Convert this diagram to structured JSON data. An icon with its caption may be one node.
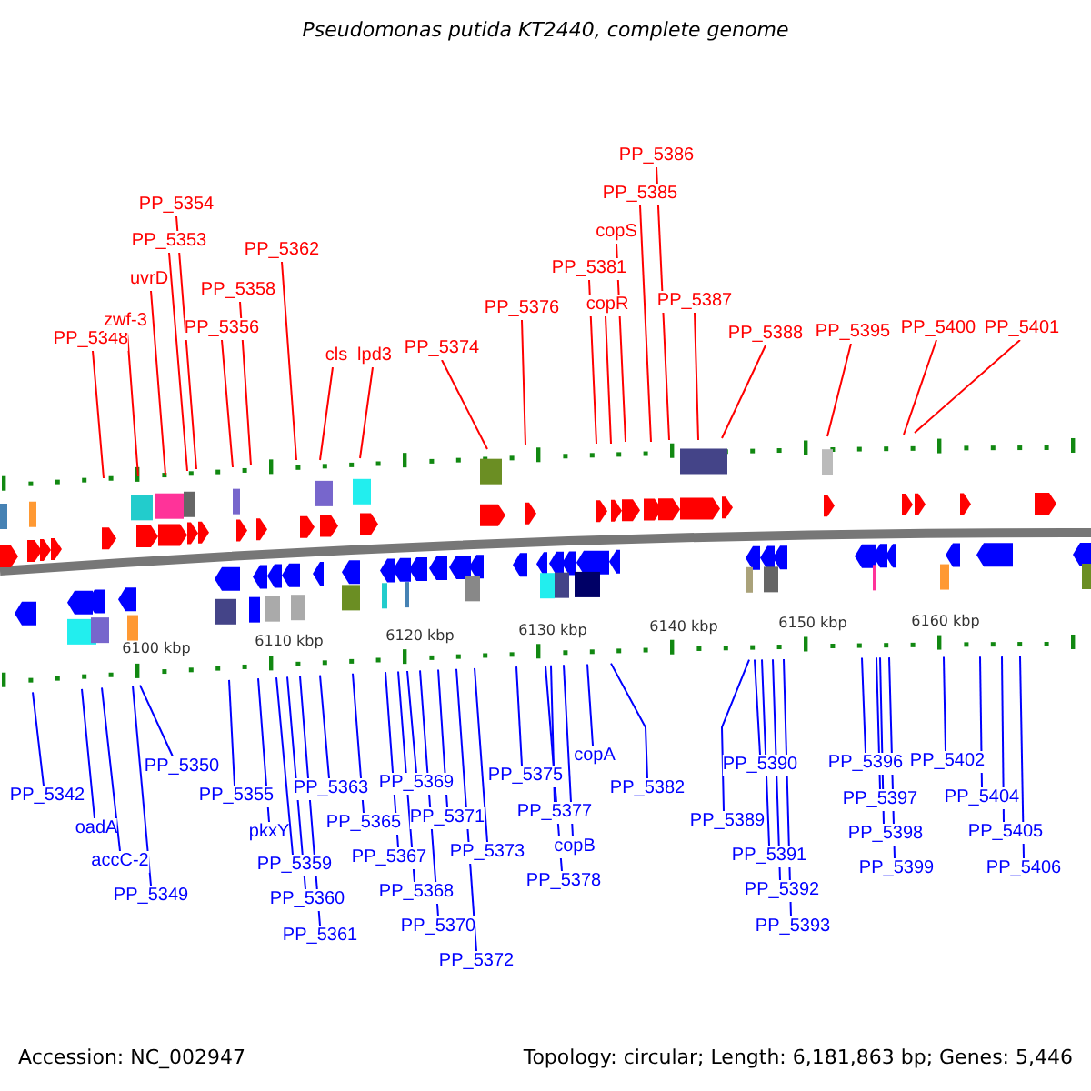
{
  "diagram": {
    "title": "Pseudomonas putida KT2440, complete genome",
    "nodes": [
      {
        "text": [
          "PP_5348"
        ]
      },
      {
        "text": [
          "zwf-3"
        ]
      },
      {
        "text": [
          "uvrD"
        ]
      },
      {
        "text": [
          "PP_5353"
        ]
      },
      {
        "text": [
          "PP_5354"
        ]
      },
      {
        "text": [
          "PP_5356"
        ]
      },
      {
        "text": [
          "PP_5358"
        ]
      },
      {
        "text": [
          "PP_5362"
        ]
      },
      {
        "text": [
          "cls"
        ]
      },
      {
        "text": [
          "lpd3"
        ]
      },
      {
        "text": [
          "PP_5374"
        ]
      },
      {
        "text": [
          "PP_5376"
        ]
      },
      {
        "text": [
          "PP_5381"
        ]
      },
      {
        "text": [
          "copR"
        ]
      },
      {
        "text": [
          "copS"
        ]
      },
      {
        "text": [
          "PP_5385"
        ]
      },
      {
        "text": [
          "PP_5386"
        ]
      },
      {
        "text": [
          "PP_5387"
        ]
      },
      {
        "text": [
          "PP_5388"
        ]
      },
      {
        "text": [
          "PP_5395"
        ]
      },
      {
        "text": [
          "PP_5400"
        ]
      },
      {
        "text": [
          "PP_5401"
        ]
      },
      {
        "text": [
          "PP_5342"
        ]
      },
      {
        "text": [
          "oadA"
        ]
      },
      {
        "text": [
          "accC-2"
        ]
      },
      {
        "text": [
          "PP_5349"
        ]
      },
      {
        "text": [
          "PP_5350"
        ]
      },
      {
        "text": [
          "PP_5355"
        ]
      },
      {
        "text": [
          "pkxY"
        ]
      },
      {
        "text": [
          "PP_5359"
        ]
      },
      {
        "text": [
          "PP_5360"
        ]
      },
      {
        "text": [
          "PP_5361"
        ]
      },
      {
        "text": [
          "PP_5363"
        ]
      },
      {
        "text": [
          "PP_5365"
        ]
      },
      {
        "text": [
          "PP_5367"
        ]
      },
      {
        "text": [
          "PP_5368"
        ]
      },
      {
        "text": [
          "PP_5369"
        ]
      },
      {
        "text": [
          "PP_5370"
        ]
      },
      {
        "text": [
          "PP_5371"
        ]
      },
      {
        "text": [
          "PP_5372"
        ]
      },
      {
        "text": [
          "PP_5373"
        ]
      },
      {
        "text": [
          "PP_5375"
        ]
      },
      {
        "text": [
          "PP_5377"
        ]
      },
      {
        "text": [
          "copB"
        ]
      },
      {
        "text": [
          "PP_5378"
        ]
      },
      {
        "text": [
          "copA"
        ]
      },
      {
        "text": [
          "PP_5382"
        ]
      },
      {
        "text": [
          "PP_5389"
        ]
      },
      {
        "text": [
          "PP_5390"
        ]
      },
      {
        "text": [
          "PP_5391"
        ]
      },
      {
        "text": [
          "PP_5392"
        ]
      },
      {
        "text": [
          "PP_5393"
        ]
      },
      {
        "text": [
          "PP_5396"
        ]
      },
      {
        "text": [
          "PP_5397"
        ]
      },
      {
        "text": [
          "PP_5398"
        ]
      },
      {
        "text": [
          "PP_5399"
        ]
      },
      {
        "text": [
          "PP_5402"
        ]
      },
      {
        "text": [
          "PP_5404"
        ]
      },
      {
        "text": [
          "PP_5405"
        ]
      },
      {
        "text": [
          "PP_5406"
        ]
      }
    ],
    "edges": [
      {
        "from": 0,
        "to": null,
        "arrow": "none",
        "color": "#ff0000"
      },
      {
        "from": 1,
        "to": null,
        "arrow": "none",
        "color": "#ff0000"
      },
      {
        "from": 2,
        "to": null,
        "arrow": "none",
        "color": "#ff0000"
      },
      {
        "from": 3,
        "to": null,
        "arrow": "none",
        "color": "#ff0000"
      },
      {
        "from": 4,
        "to": null,
        "arrow": "none",
        "color": "#ff0000"
      },
      {
        "from": 5,
        "to": null,
        "arrow": "none",
        "color": "#ff0000"
      },
      {
        "from": 6,
        "to": null,
        "arrow": "none",
        "color": "#ff0000"
      },
      {
        "from": 7,
        "to": null,
        "arrow": "none",
        "color": "#ff0000"
      },
      {
        "from": 8,
        "to": null,
        "arrow": "none",
        "color": "#ff0000"
      },
      {
        "from": 9,
        "to": null,
        "arrow": "none",
        "color": "#ff0000"
      },
      {
        "from": 10,
        "to": null,
        "arrow": "none",
        "color": "#ff0000"
      },
      {
        "from": 11,
        "to": null,
        "arrow": "none",
        "color": "#ff0000"
      },
      {
        "from": 12,
        "to": null,
        "arrow": "none",
        "color": "#ff0000"
      },
      {
        "from": 13,
        "to": null,
        "arrow": "none",
        "color": "#ff0000"
      },
      {
        "from": 14,
        "to": null,
        "arrow": "none",
        "color": "#ff0000"
      },
      {
        "from": 15,
        "to": null,
        "arrow": "none",
        "color": "#ff0000"
      },
      {
        "from": 16,
        "to": null,
        "arrow": "none",
        "color": "#ff0000"
      },
      {
        "from": 17,
        "to": null,
        "arrow": "none",
        "color": "#ff0000"
      },
      {
        "from": 18,
        "to": null,
        "arrow": "none",
        "color": "#ff0000"
      },
      {
        "from": 19,
        "to": null,
        "arrow": "none",
        "color": "#ff0000"
      },
      {
        "from": 20,
        "to": null,
        "arrow": "none",
        "color": "#ff0000"
      },
      {
        "from": 21,
        "to": null,
        "arrow": "none",
        "color": "#ff0000"
      },
      {
        "from": 22,
        "to": null,
        "arrow": "none"
      },
      {
        "from": 23,
        "to": null,
        "arrow": "none"
      },
      {
        "from": 24,
        "to": null,
        "arrow": "none"
      },
      {
        "from": 25,
        "to": null,
        "arrow": "none"
      },
      {
        "from": 26,
        "to": null,
        "arrow": "none"
      },
      {
        "from": 27,
        "to": null,
        "arrow": "none"
      },
      {
        "from": 28,
        "to": null,
        "arrow": "none"
      },
      {
        "from": 29,
        "to": null,
        "arrow": "none"
      },
      {
        "from": 30,
        "to": null,
        "arrow": "none"
      },
      {
        "from": 31,
        "to": null,
        "arrow": "none"
      },
      {
        "from": 32,
        "to": null,
        "arrow": "none"
      },
      {
        "from": 33,
        "to": null,
        "arrow": "none"
      },
      {
        "from": 34,
        "to": null,
        "arrow": "none"
      },
      {
        "from": 35,
        "to": null,
        "arrow": "none"
      },
      {
        "from": 36,
        "to": null,
        "arrow": "none"
      },
      {
        "from": 37,
        "to": null,
        "arrow": "none"
      },
      {
        "from": 38,
        "to": null,
        "arrow": "none"
      },
      {
        "from": 39,
        "to": null,
        "arrow": "none"
      },
      {
        "from": 40,
        "to": null,
        "arrow": "none"
      },
      {
        "from": 41,
        "to": null,
        "arrow": "none"
      },
      {
        "from": 42,
        "to": null,
        "arrow": "none"
      },
      {
        "from": 43,
        "to": null,
        "arrow": "none"
      },
      {
        "from": 44,
        "to": null,
        "arrow": "none"
      },
      {
        "from": 45,
        "to": null,
        "arrow": "none"
      },
      {
        "from": 46,
        "to": null,
        "arrow": "none"
      },
      {
        "from": 47,
        "to": null,
        "arrow": "none"
      },
      {
        "from": 48,
        "to": null,
        "arrow": "none"
      },
      {
        "from": 49,
        "to": null,
        "arrow": "none"
      },
      {
        "from": 50,
        "to": null,
        "arrow": "none"
      },
      {
        "from": 51,
        "to": null,
        "arrow": "none"
      },
      {
        "from": 52,
        "to": null,
        "arrow": "none"
      },
      {
        "from": 53,
        "to": null,
        "arrow": "none"
      },
      {
        "from": 54,
        "to": null,
        "arrow": "none"
      },
      {
        "from": 55,
        "to": null,
        "arrow": "none"
      },
      {
        "from": 56,
        "to": null,
        "arrow": "none"
      },
      {
        "from": 57,
        "to": null,
        "arrow": "none"
      },
      {
        "from": 58,
        "to": null,
        "arrow": "none"
      },
      {
        "from": 59,
        "to": null,
        "arrow": "none"
      }
    ],
    "labels": [
      "6100 kbp",
      "6110 kbp",
      "6120 kbp",
      "6130 kbp",
      "6140 kbp",
      "6150 kbp",
      "6160 kbp",
      "Accession: NC_002947",
      "Topology: circular; Length: 6,181,863 bp; Genes: 5,446"
    ]
  }
}
